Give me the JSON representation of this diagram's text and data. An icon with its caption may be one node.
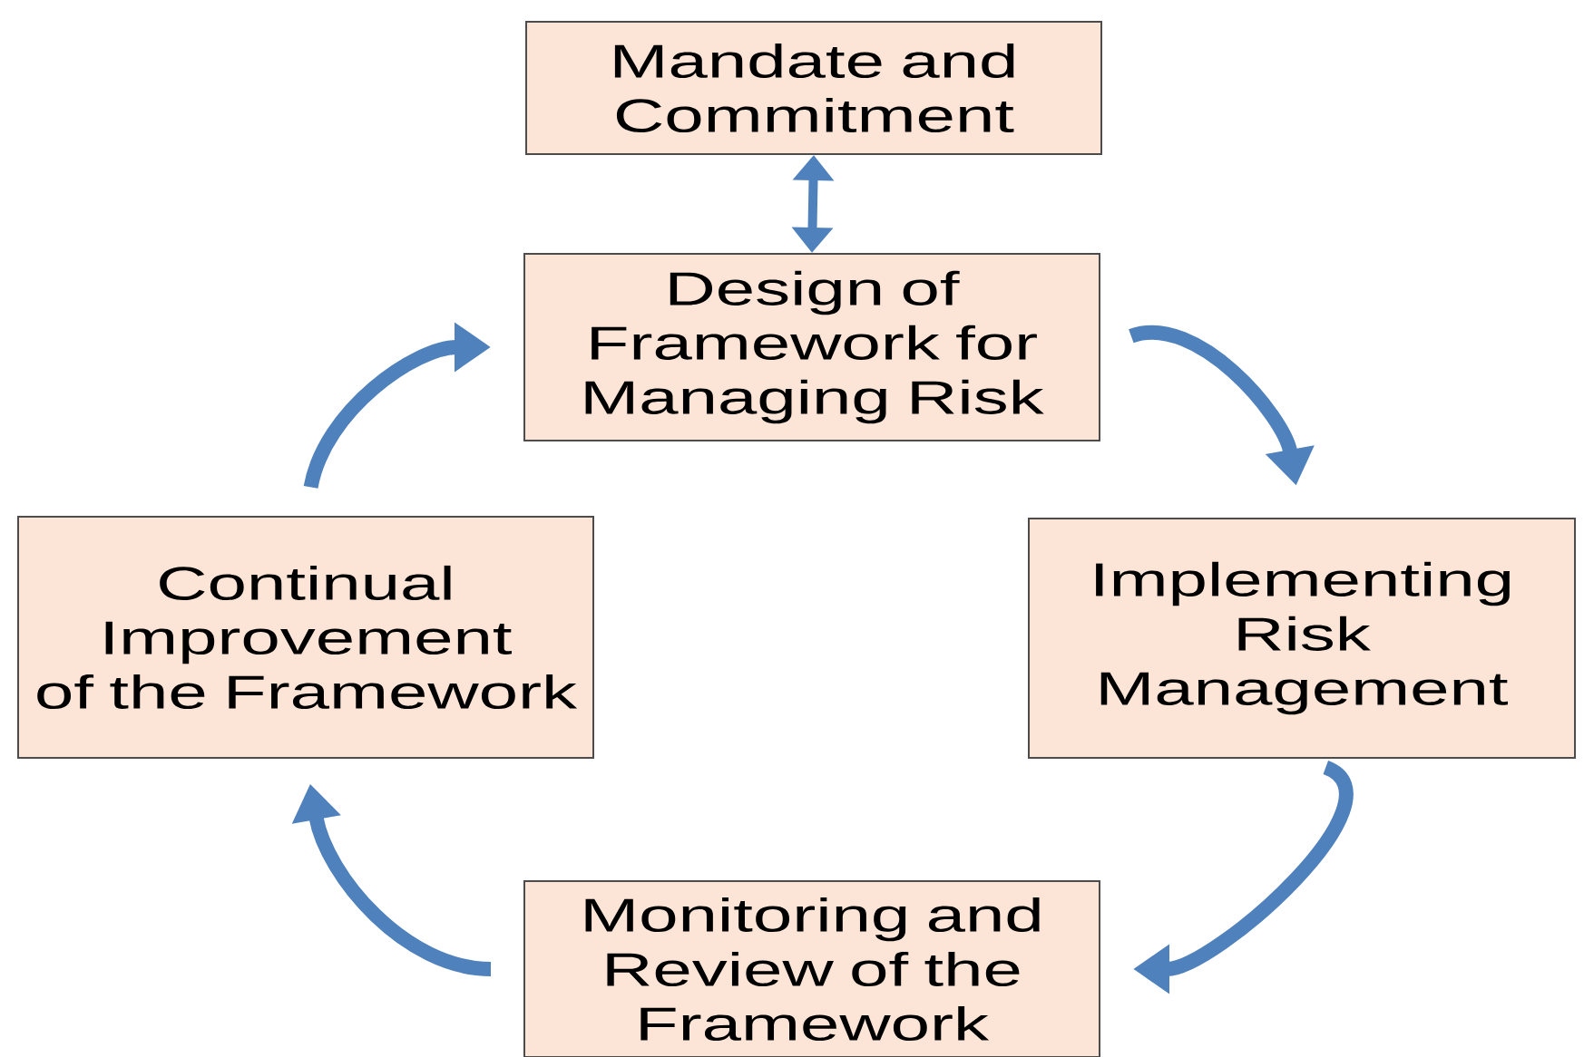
{
  "diagram": {
    "nodes": [
      {
        "text": [
          "Mandate and Commitment"
        ]
      },
      {
        "text": [
          "Design of Framework for Managing Risk"
        ]
      },
      {
        "text": [
          "Continual Improvement of the Framework"
        ]
      },
      {
        "text": [
          "Implementing Risk Management"
        ]
      },
      {
        "text": [
          "Monitoring and Review of the Framework"
        ]
      }
    ],
    "edges": [
      {
        "from": 0,
        "to": 1,
        "arrow": "both"
      },
      {
        "from": 1,
        "to": 3,
        "arrow": "to"
      },
      {
        "from": 3,
        "to": 4,
        "arrow": "to"
      },
      {
        "from": 4,
        "to": 2,
        "arrow": "to"
      },
      {
        "from": 2,
        "to": 1,
        "arrow": "to"
      }
    ]
  }
}
